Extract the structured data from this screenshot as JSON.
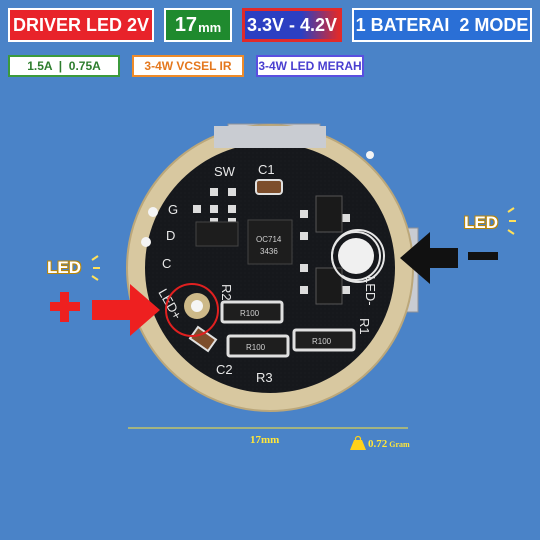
{
  "badges": {
    "driver": "DRIVER LED 2V",
    "size_num": "17",
    "size_unit": "mm",
    "voltage": "3.3V - 4.2V",
    "mode": "1 BATERAI  2 MODE"
  },
  "tags": {
    "current": "1.5A  |  0.75A",
    "vcsel": "3-4W VCSEL IR",
    "led_red": "3-4W LED MERAH"
  },
  "labels": {
    "led_left": "LED",
    "led_right": "LED",
    "plus": "+",
    "minus": "-",
    "diameter": "17mm",
    "weight_value": "0.72",
    "weight_unit": "Gram"
  },
  "pcb": {
    "silkscreen": [
      "SW",
      "C1",
      "G",
      "D",
      "C",
      "LED+",
      "LED-",
      "R2",
      "C2",
      "R3",
      "R1"
    ],
    "chip_text": "OC714 3436",
    "resistor_value": "R100"
  },
  "colors": {
    "background": "#4a83c8",
    "pcb": "#16181c",
    "copper_ring": "#d8c8a0",
    "driver_badge": "#e8232a",
    "size_badge": "#1f8a2e",
    "mode_badge": "#2a6fd6",
    "highlight_circle": "#e02020",
    "measure_line": "#ffe63a"
  }
}
